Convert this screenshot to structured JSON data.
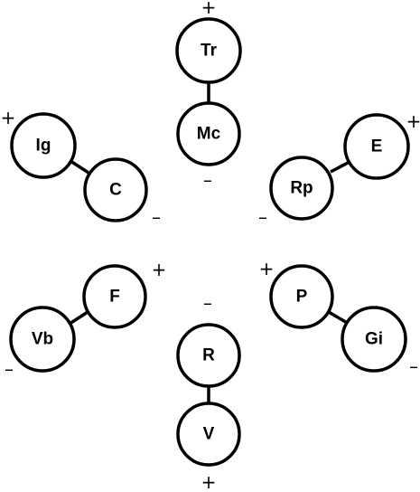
{
  "dipoles": [
    {
      "id": "tr-mc",
      "nodes": [
        {
          "label": "Tr",
          "sign": "+"
        },
        {
          "label": "Mc",
          "sign": "–"
        }
      ]
    },
    {
      "id": "e-rp",
      "nodes": [
        {
          "label": "E",
          "sign": "+"
        },
        {
          "label": "Rp",
          "sign": "–"
        }
      ]
    },
    {
      "id": "p-gi",
      "nodes": [
        {
          "label": "P",
          "sign": "+"
        },
        {
          "label": "Gi",
          "sign": "–"
        }
      ]
    },
    {
      "id": "r-v",
      "nodes": [
        {
          "label": "R",
          "sign": "–"
        },
        {
          "label": "V",
          "sign": "+"
        }
      ]
    },
    {
      "id": "f-vb",
      "nodes": [
        {
          "label": "F",
          "sign": "+"
        },
        {
          "label": "Vb",
          "sign": "–"
        }
      ]
    },
    {
      "id": "ig-c",
      "nodes": [
        {
          "label": "Ig",
          "sign": "+"
        },
        {
          "label": "C",
          "sign": "–"
        }
      ]
    }
  ]
}
